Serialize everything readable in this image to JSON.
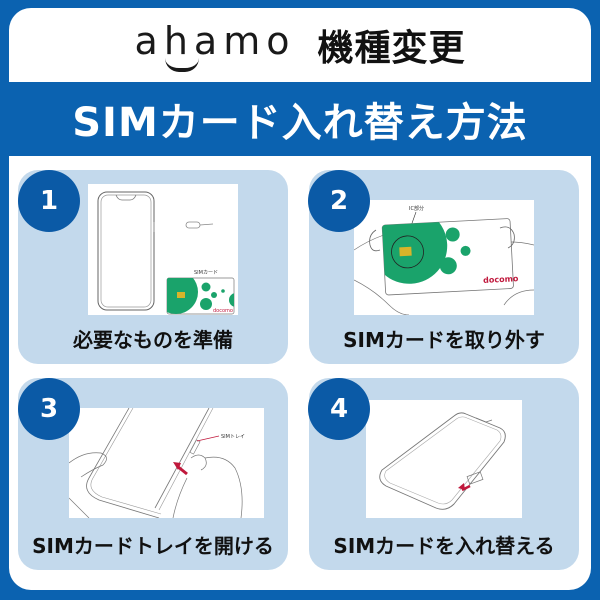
{
  "header": {
    "logo": "ahamo",
    "title": "機種変更"
  },
  "banner": {
    "title": "SIMカード入れ替え方法"
  },
  "steps": [
    {
      "number": "1",
      "caption": "必要なものを準備",
      "labels": {
        "sim_card": "SIMカード",
        "brand": "docomo"
      }
    },
    {
      "number": "2",
      "caption": "SIMカードを取り外す",
      "labels": {
        "ic": "IC部分",
        "brand": "docomo"
      }
    },
    {
      "number": "3",
      "caption": "SIMカードトレイを開ける",
      "labels": {
        "tray": "SIMトレイ"
      }
    },
    {
      "number": "4",
      "caption": "SIMカードを入れ替える"
    }
  ],
  "colors": {
    "brand_blue": "#0b62b0",
    "panel_bg": "#c3d9ec",
    "sim_green": "#1aa36b",
    "arrow_red": "#c0183c"
  }
}
